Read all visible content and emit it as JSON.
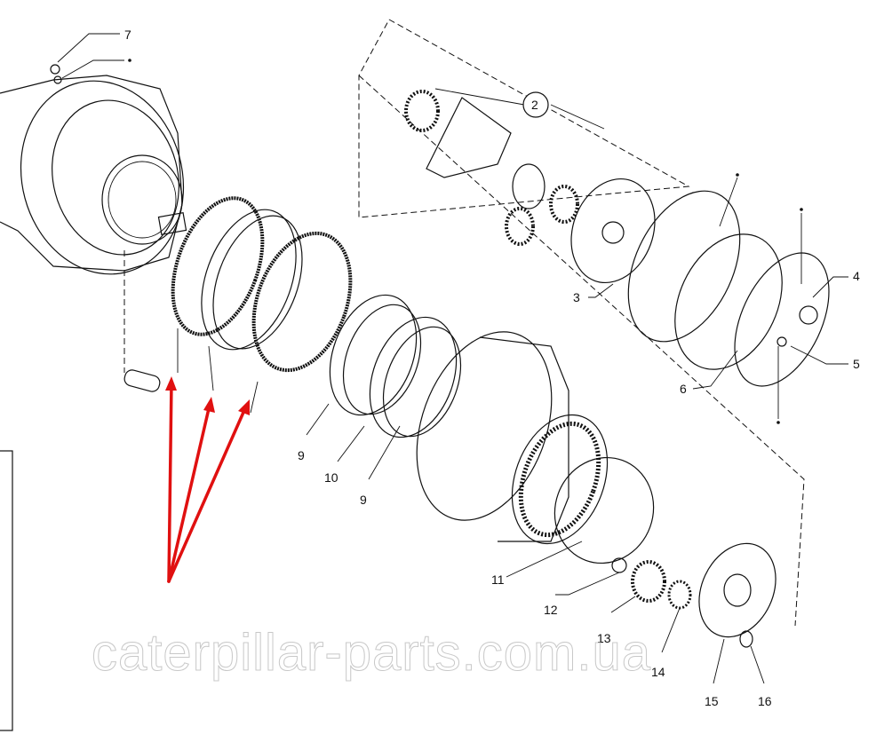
{
  "diagram": {
    "callouts": [
      "7",
      "2",
      "4",
      "5",
      "6",
      "3",
      "9",
      "10",
      "9",
      "11",
      "12",
      "13",
      "14",
      "15",
      "16"
    ],
    "watermark": "caterpillar-parts.com.ua",
    "arrow_color": "#e01010"
  }
}
